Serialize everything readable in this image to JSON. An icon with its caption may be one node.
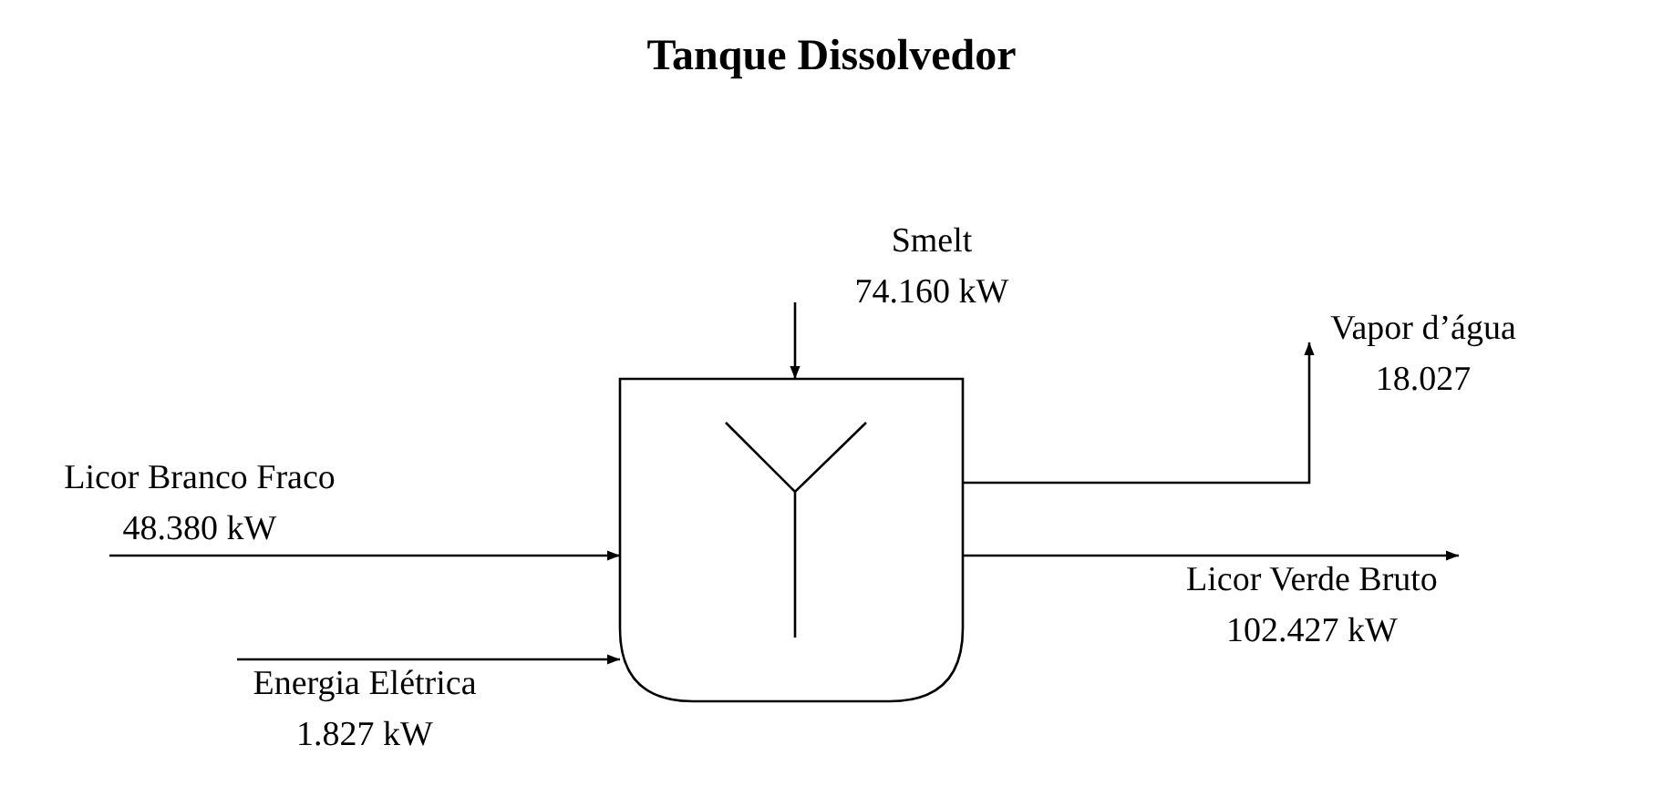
{
  "diagram": {
    "title": "Tanque Dissolvedor",
    "nodes": [
      {
        "text": [],
        "shape": "tank"
      },
      {
        "text": [
          "Licor Branco Fraco",
          "48.380 kW"
        ]
      },
      {
        "text": [
          "Energia Elétrica",
          "1.827 kW"
        ]
      },
      {
        "text": [
          "Smelt",
          "74.160 kW"
        ]
      },
      {
        "text": [
          "Vapor d’água",
          "18.027"
        ]
      },
      {
        "text": [
          "Licor Verde Bruto",
          "102.427 kW"
        ]
      }
    ],
    "edges": [
      {
        "from": 1,
        "to": 0,
        "arrow": "to"
      },
      {
        "from": 2,
        "to": 0,
        "arrow": "to"
      },
      {
        "from": 3,
        "to": 0,
        "arrow": "to"
      },
      {
        "from": 0,
        "to": 4,
        "arrow": "to"
      },
      {
        "from": 0,
        "to": 5,
        "arrow": "to"
      }
    ]
  }
}
